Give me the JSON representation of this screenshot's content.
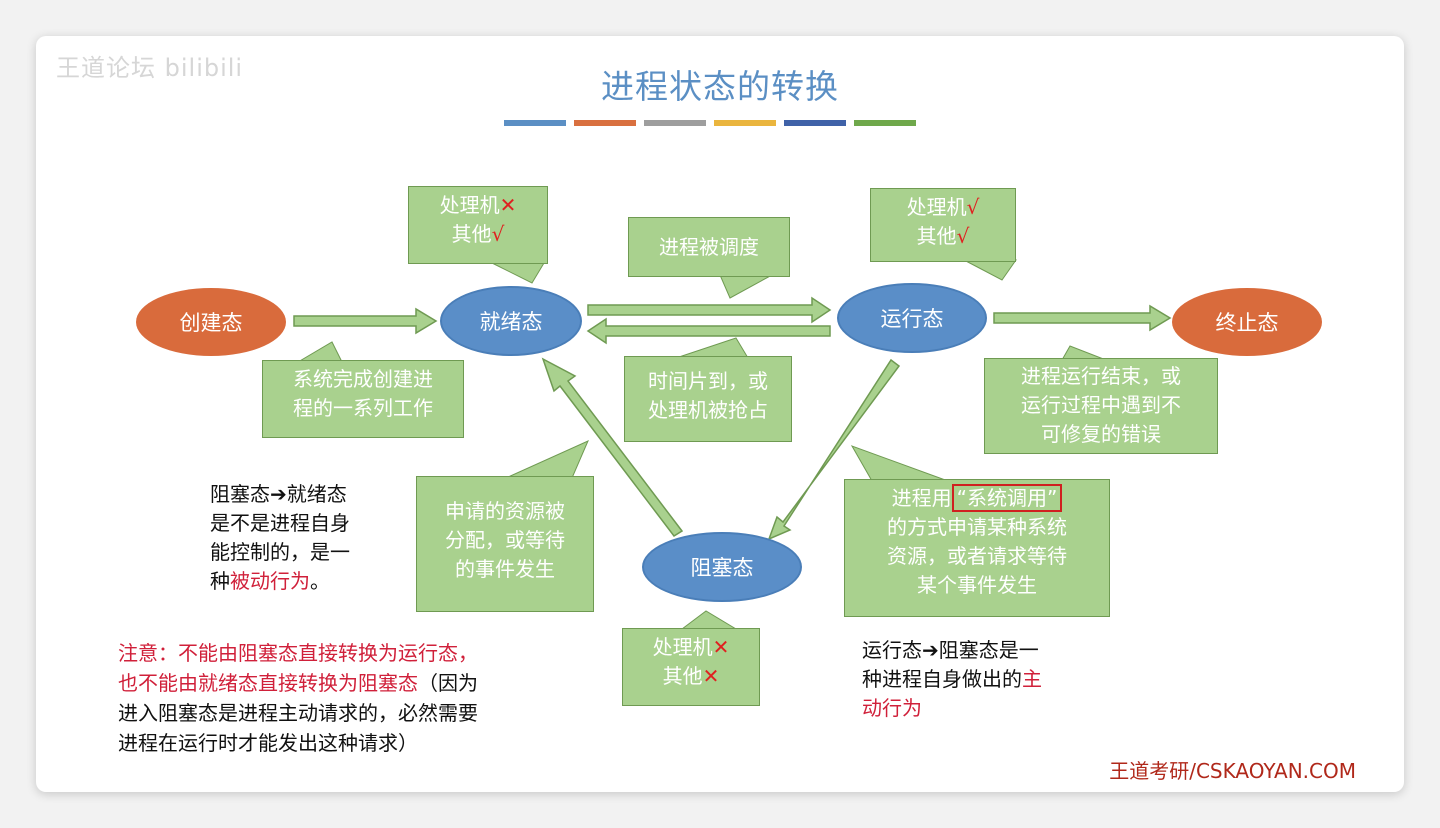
{
  "title": "进程状态的转换",
  "watermark": "王道论坛 bilibili",
  "footer": "王道考研/CSKAOYAN.COM",
  "colors": {
    "title": "#5b8fc4",
    "orange_state": "#d96b3c",
    "blue_state": "#5a8ec8",
    "note_green": "#a9d18e",
    "accent_red": "#d0203a"
  },
  "color_bars": [
    "#5b8fc4",
    "#d9703f",
    "#9e9e9e",
    "#eab53e",
    "#3f62a8",
    "#6fa84b"
  ],
  "states": {
    "create": "创建态",
    "ready": "就绪态",
    "running": "运行态",
    "terminated": "终止态",
    "blocked": "阻塞态"
  },
  "callouts": {
    "ready_cpu": "处理机",
    "ready_cpu_mark": "✕",
    "ready_other": "其他",
    "ready_other_mark": "√",
    "running_cpu": "处理机",
    "running_cpu_mark": "√",
    "running_other": "其他",
    "running_other_mark": "√",
    "blocked_cpu": "处理机",
    "blocked_cpu_mark": "✕",
    "blocked_other": "其他",
    "blocked_other_mark": "✕",
    "scheduled": "进程被调度",
    "create_done_1": "系统完成创建进",
    "create_done_2": "程的一系列工作",
    "timeslice_1": "时间片到，或",
    "timeslice_2": "处理机被抢占",
    "terminate_1": "进程运行结束，或",
    "terminate_2": "运行过程中遇到不",
    "terminate_3": "可修复的错误",
    "resource_1": "申请的资源被",
    "resource_2": "分配，或等待",
    "resource_3": "的事件发生",
    "syscall_prefix": "进程用",
    "syscall_highlight": "“系统调用”",
    "syscall_2": "的方式申请某种系统",
    "syscall_3": "资源，或者请求等待",
    "syscall_4": "某个事件发生"
  },
  "notes": {
    "passive_1": "阻塞态",
    "passive_arrow": "➔",
    "passive_1b": "就绪态",
    "passive_2": "是不是进程自身",
    "passive_3": "能控制的，是一",
    "passive_4a": "种",
    "passive_4b": "被动行为",
    "passive_4c": "。",
    "active_1a": "运行态",
    "active_arrow": "➔",
    "active_1b": "阻塞态是一",
    "active_2a": "种进程自身做出的",
    "active_2b": "主",
    "active_3": "动行为",
    "warning_1": "注意：不能由阻塞态直接转换为运行态，",
    "warning_2a": "也不能由就绪态直接转换为阻塞态",
    "warning_2b": "（因为",
    "warning_3": "进入阻塞态是进程主动请求的，必然需要",
    "warning_4": "进程在运行时才能发出这种请求）"
  }
}
